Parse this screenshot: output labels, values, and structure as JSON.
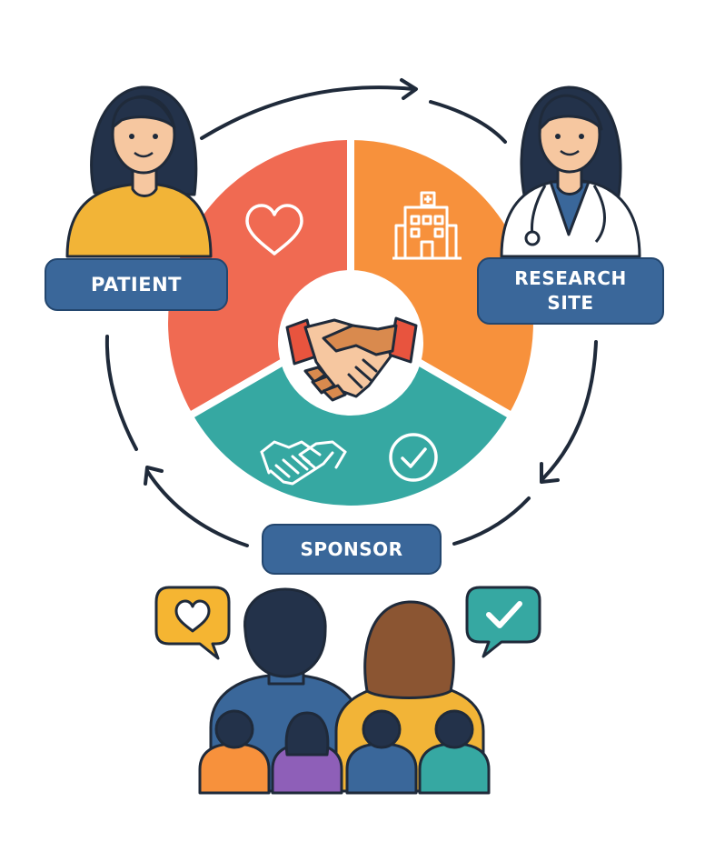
{
  "labels": {
    "patient": "PATIENT",
    "research_site_line1": "RESEARCH",
    "research_site_line2": "SITE",
    "sponsor": "SPONSOR"
  },
  "colors": {
    "patient_segment": "#f06a52",
    "research_segment": "#f7913c",
    "sponsor_segment": "#36a8a2",
    "label_fill": "#3a679a",
    "label_border": "#23466e",
    "outline": "#1f2a3a",
    "bubble_heart": "#f5b532",
    "bubble_check": "#36a8a2"
  },
  "icons": {
    "patient_segment": "heart-icon",
    "research_segment": "hospital-icon",
    "sponsor_segment": [
      "handshake-icon",
      "checkmark-circle-icon"
    ],
    "center": "handshake-icon",
    "speech_bubbles": [
      "heart-bubble-icon",
      "check-bubble-icon"
    ]
  }
}
